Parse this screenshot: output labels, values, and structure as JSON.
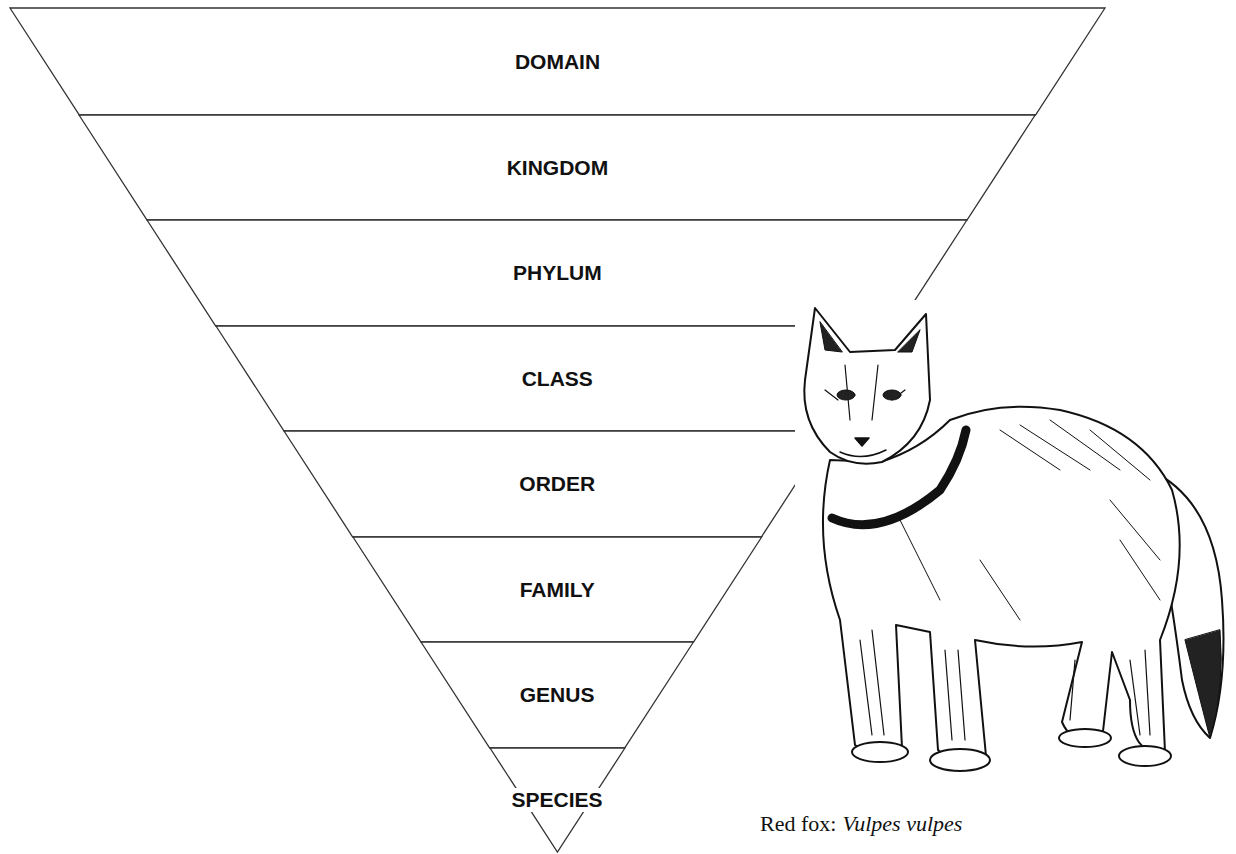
{
  "diagram": {
    "nodes": [
      {
        "text": [
          "DOMAIN"
        ]
      },
      {
        "text": [
          "KINGDOM"
        ]
      },
      {
        "text": [
          "PHYLUM"
        ]
      },
      {
        "text": [
          "CLASS"
        ]
      },
      {
        "text": [
          "ORDER"
        ]
      },
      {
        "text": [
          "FAMILY"
        ]
      },
      {
        "text": [
          "GENUS"
        ]
      },
      {
        "text": [
          "SPECIES"
        ]
      }
    ],
    "labels": [
      "Red fox:",
      "Vulpes vulpes"
    ]
  }
}
